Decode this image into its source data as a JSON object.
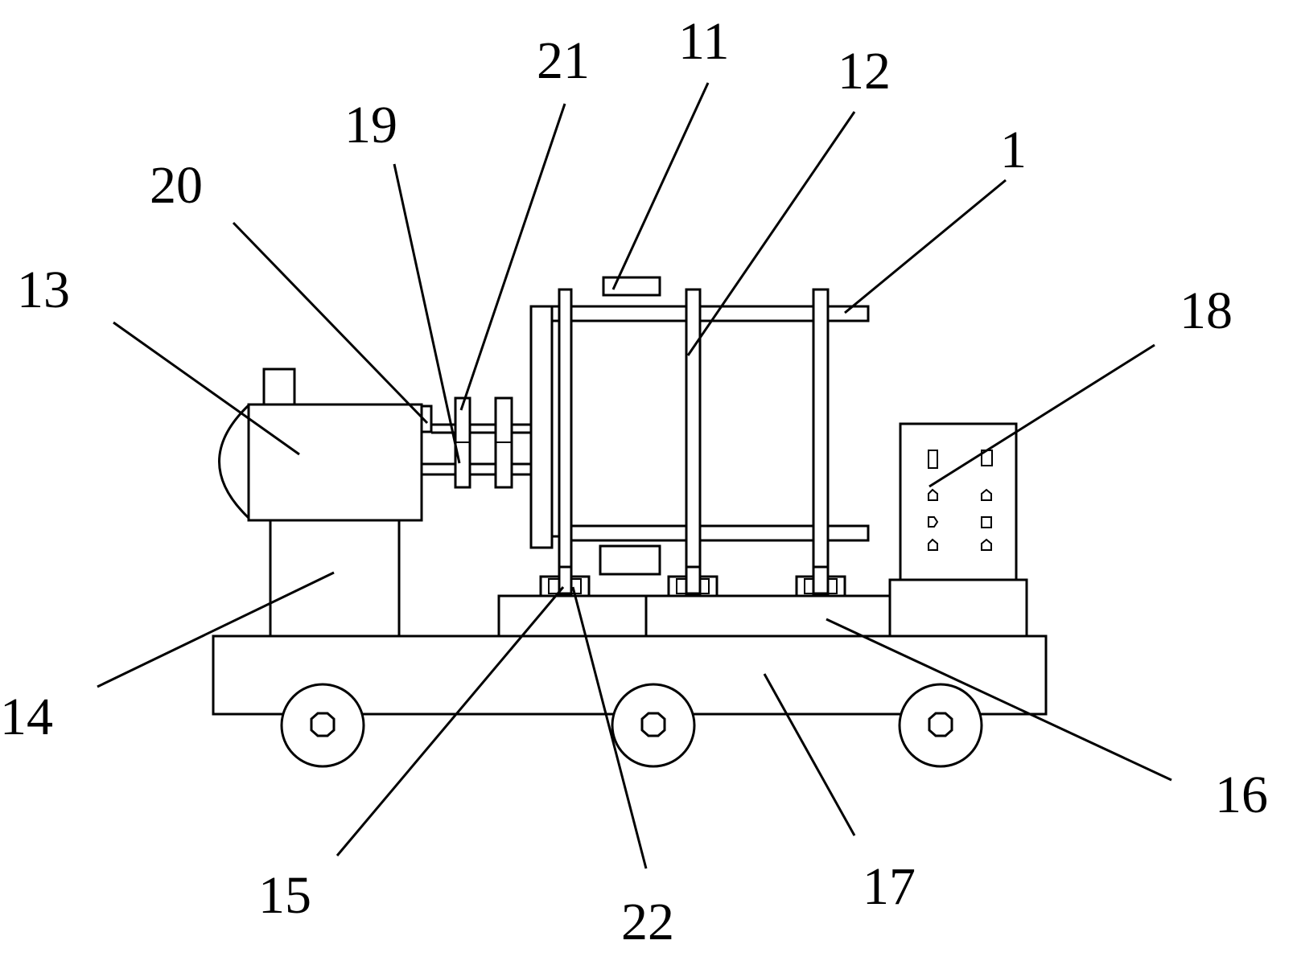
{
  "diagram": {
    "labels": {
      "l1": "1",
      "l11": "11",
      "l12": "12",
      "l13": "13",
      "l14": "14",
      "l15": "15",
      "l16": "16",
      "l17": "17",
      "l18": "18",
      "l19": "19",
      "l20": "20",
      "l21": "21",
      "l22": "22"
    }
  }
}
